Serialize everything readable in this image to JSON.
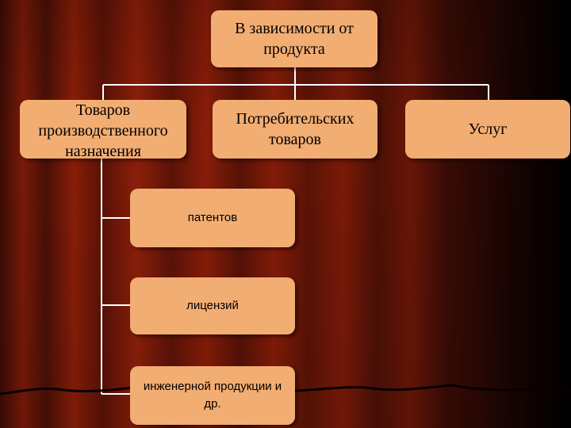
{
  "diagram": {
    "root": {
      "label": "В зависимости от продукта"
    },
    "children": [
      {
        "label": "Товаров производственного назначения",
        "sub_items": [
          {
            "label": "патентов"
          },
          {
            "label": "лицензий"
          },
          {
            "label": "инженерной продукции и др."
          }
        ]
      },
      {
        "label": "Потребительских товаров"
      },
      {
        "label": "Услуг"
      }
    ]
  },
  "colors": {
    "box_fill": "#f2ad72",
    "connector": "#ffffff",
    "background_curtain": "#7a1a08"
  }
}
